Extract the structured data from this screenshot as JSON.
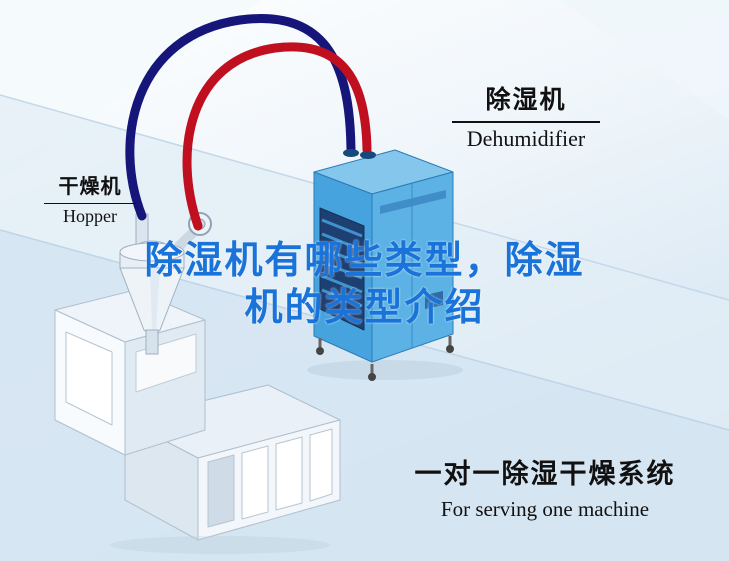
{
  "title": {
    "line1": "除湿机有哪些类型，除湿",
    "line2": "机的类型介绍",
    "color": "#1a73d9"
  },
  "labels": {
    "dehumidifier": {
      "cn": "除湿机",
      "en": "Dehumidifier"
    },
    "hopper": {
      "cn": "干燥机",
      "en": "Hopper"
    },
    "system": {
      "cn": "一对一除湿干燥系统",
      "en": "For serving one machine"
    }
  },
  "illustration": {
    "dehumidifier_body_color": "#46a3dd",
    "dehumidifier_grille_color": "#1e3f72",
    "pipe_red_color": "#c01020",
    "pipe_navy_color": "#16167a",
    "machine_color": "#eef4f9",
    "background_tint": "#d9e7f3"
  }
}
